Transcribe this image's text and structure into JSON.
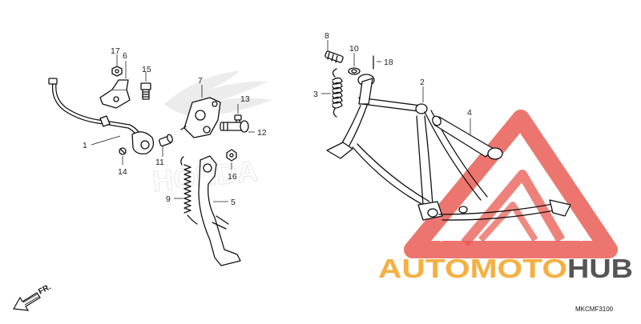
{
  "diagram": {
    "code": "MKCMF3100",
    "direction_label": "FR."
  },
  "callouts": [
    {
      "id": "1",
      "label": "1"
    },
    {
      "id": "2",
      "label": "2"
    },
    {
      "id": "3",
      "label": "3"
    },
    {
      "id": "4",
      "label": "4"
    },
    {
      "id": "5",
      "label": "5"
    },
    {
      "id": "6",
      "label": "6"
    },
    {
      "id": "7",
      "label": "7"
    },
    {
      "id": "8",
      "label": "8"
    },
    {
      "id": "9",
      "label": "9"
    },
    {
      "id": "10",
      "label": "10"
    },
    {
      "id": "11",
      "label": "11"
    },
    {
      "id": "12",
      "label": "12"
    },
    {
      "id": "13",
      "label": "13"
    },
    {
      "id": "14",
      "label": "14"
    },
    {
      "id": "15",
      "label": "15"
    },
    {
      "id": "16",
      "label": "16"
    },
    {
      "id": "17",
      "label": "17"
    },
    {
      "id": "18",
      "label": "18"
    }
  ],
  "watermark": {
    "part1": "AUTOMOTO",
    "part2": "HUB",
    "color_main": "#f5b041",
    "color_accent": "#555555",
    "triangle_color": "#e8584f"
  },
  "brand_watermark": "HONDA"
}
